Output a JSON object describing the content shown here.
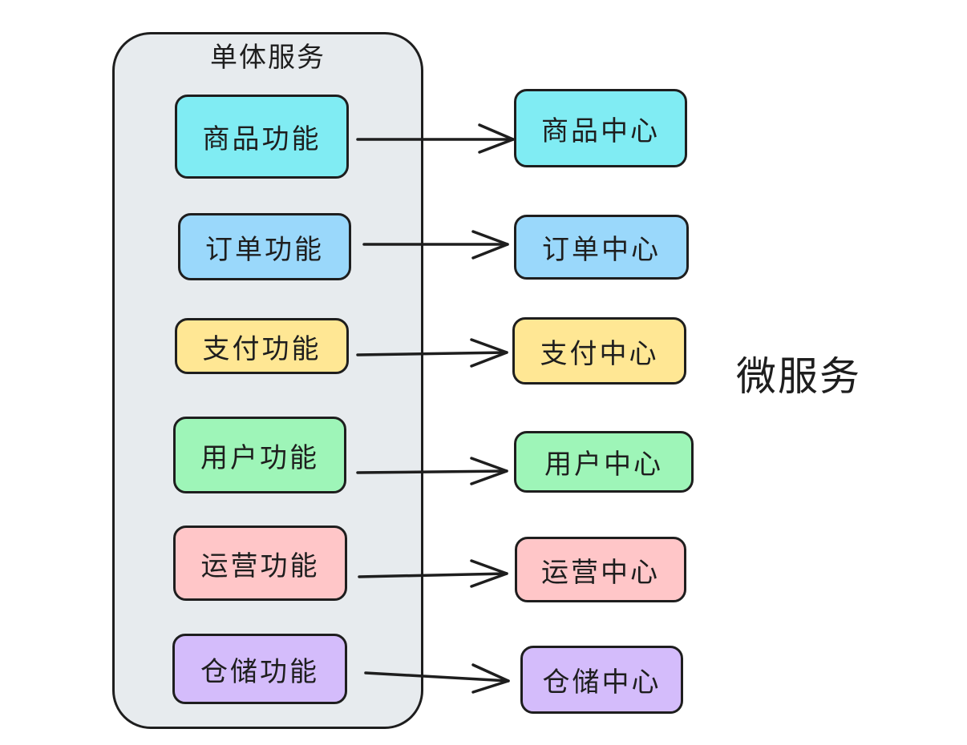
{
  "monolith": {
    "title": "单体服务",
    "modules": [
      {
        "label": "商品功能",
        "color": "#80ecf3"
      },
      {
        "label": "订单功能",
        "color": "#9ad8fb"
      },
      {
        "label": "支付功能",
        "color": "#ffe794"
      },
      {
        "label": "用户功能",
        "color": "#9ef5b8"
      },
      {
        "label": "运营功能",
        "color": "#ffc6c8"
      },
      {
        "label": "仓储功能",
        "color": "#d4bcfb"
      }
    ]
  },
  "microservices": {
    "label": "微服务",
    "services": [
      {
        "label": "商品中心",
        "color": "#80ecf3"
      },
      {
        "label": "订单中心",
        "color": "#9ad8fb"
      },
      {
        "label": "支付中心",
        "color": "#ffe794"
      },
      {
        "label": "用户中心",
        "color": "#9ef5b8"
      },
      {
        "label": "运营中心",
        "color": "#ffc6c8"
      },
      {
        "label": "仓储中心",
        "color": "#d4bcfb"
      }
    ]
  }
}
